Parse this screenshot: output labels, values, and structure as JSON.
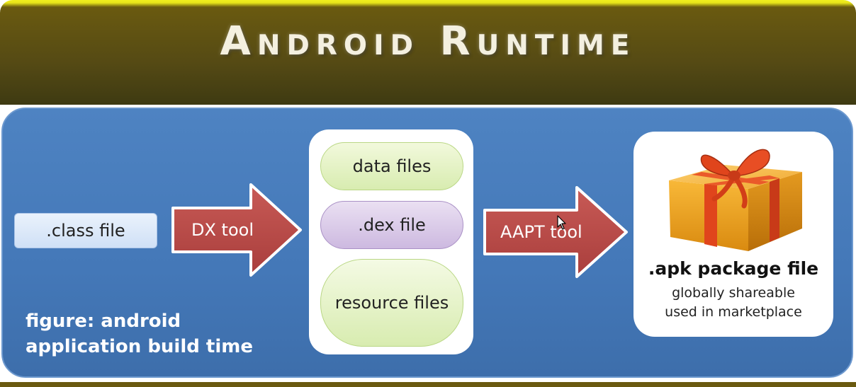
{
  "header": {
    "title": "Android Runtime"
  },
  "diagram": {
    "class_file": ".class file",
    "dx_tool": "DX tool",
    "data_files": "data files",
    "dex_file": ".dex file",
    "resource_files": "resource files",
    "aapt_tool": "AAPT tool",
    "apk": {
      "title": ".apk package file",
      "line1": "globally shareable",
      "line2": "used in marketplace"
    },
    "caption_line1": "figure: android",
    "caption_line2": "application build time"
  },
  "colors": {
    "header_bg": "#554a14",
    "panel_bg": "#4478b8",
    "arrow_fill": "#b94a48",
    "data_files_fill": "#d8ecb0",
    "dex_file_fill": "#cdb9e0",
    "gift_box": "#f0a020",
    "gift_ribbon": "#e04020"
  },
  "icons": {
    "gift": "gift-box-icon",
    "cursor": "mouse-cursor-icon"
  }
}
